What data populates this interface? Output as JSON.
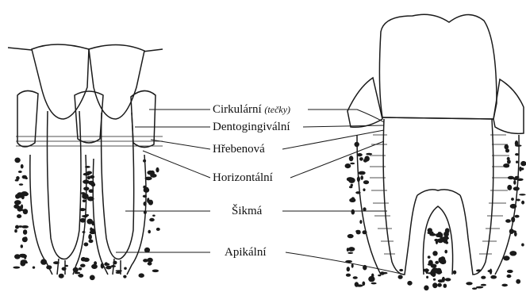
{
  "colors": {
    "ink": "#1a1a1a",
    "background": "#ffffff"
  },
  "labels": [
    {
      "id": "circular",
      "text": "Cirkulární",
      "note": "(tečky)"
    },
    {
      "id": "dentogingival",
      "text": "Dentogingivální"
    },
    {
      "id": "crest",
      "text": "Hřebenová"
    },
    {
      "id": "horizontal",
      "text": "Horizontální"
    },
    {
      "id": "oblique",
      "text": "Šikmá"
    },
    {
      "id": "apical",
      "text": "Apikální"
    }
  ]
}
